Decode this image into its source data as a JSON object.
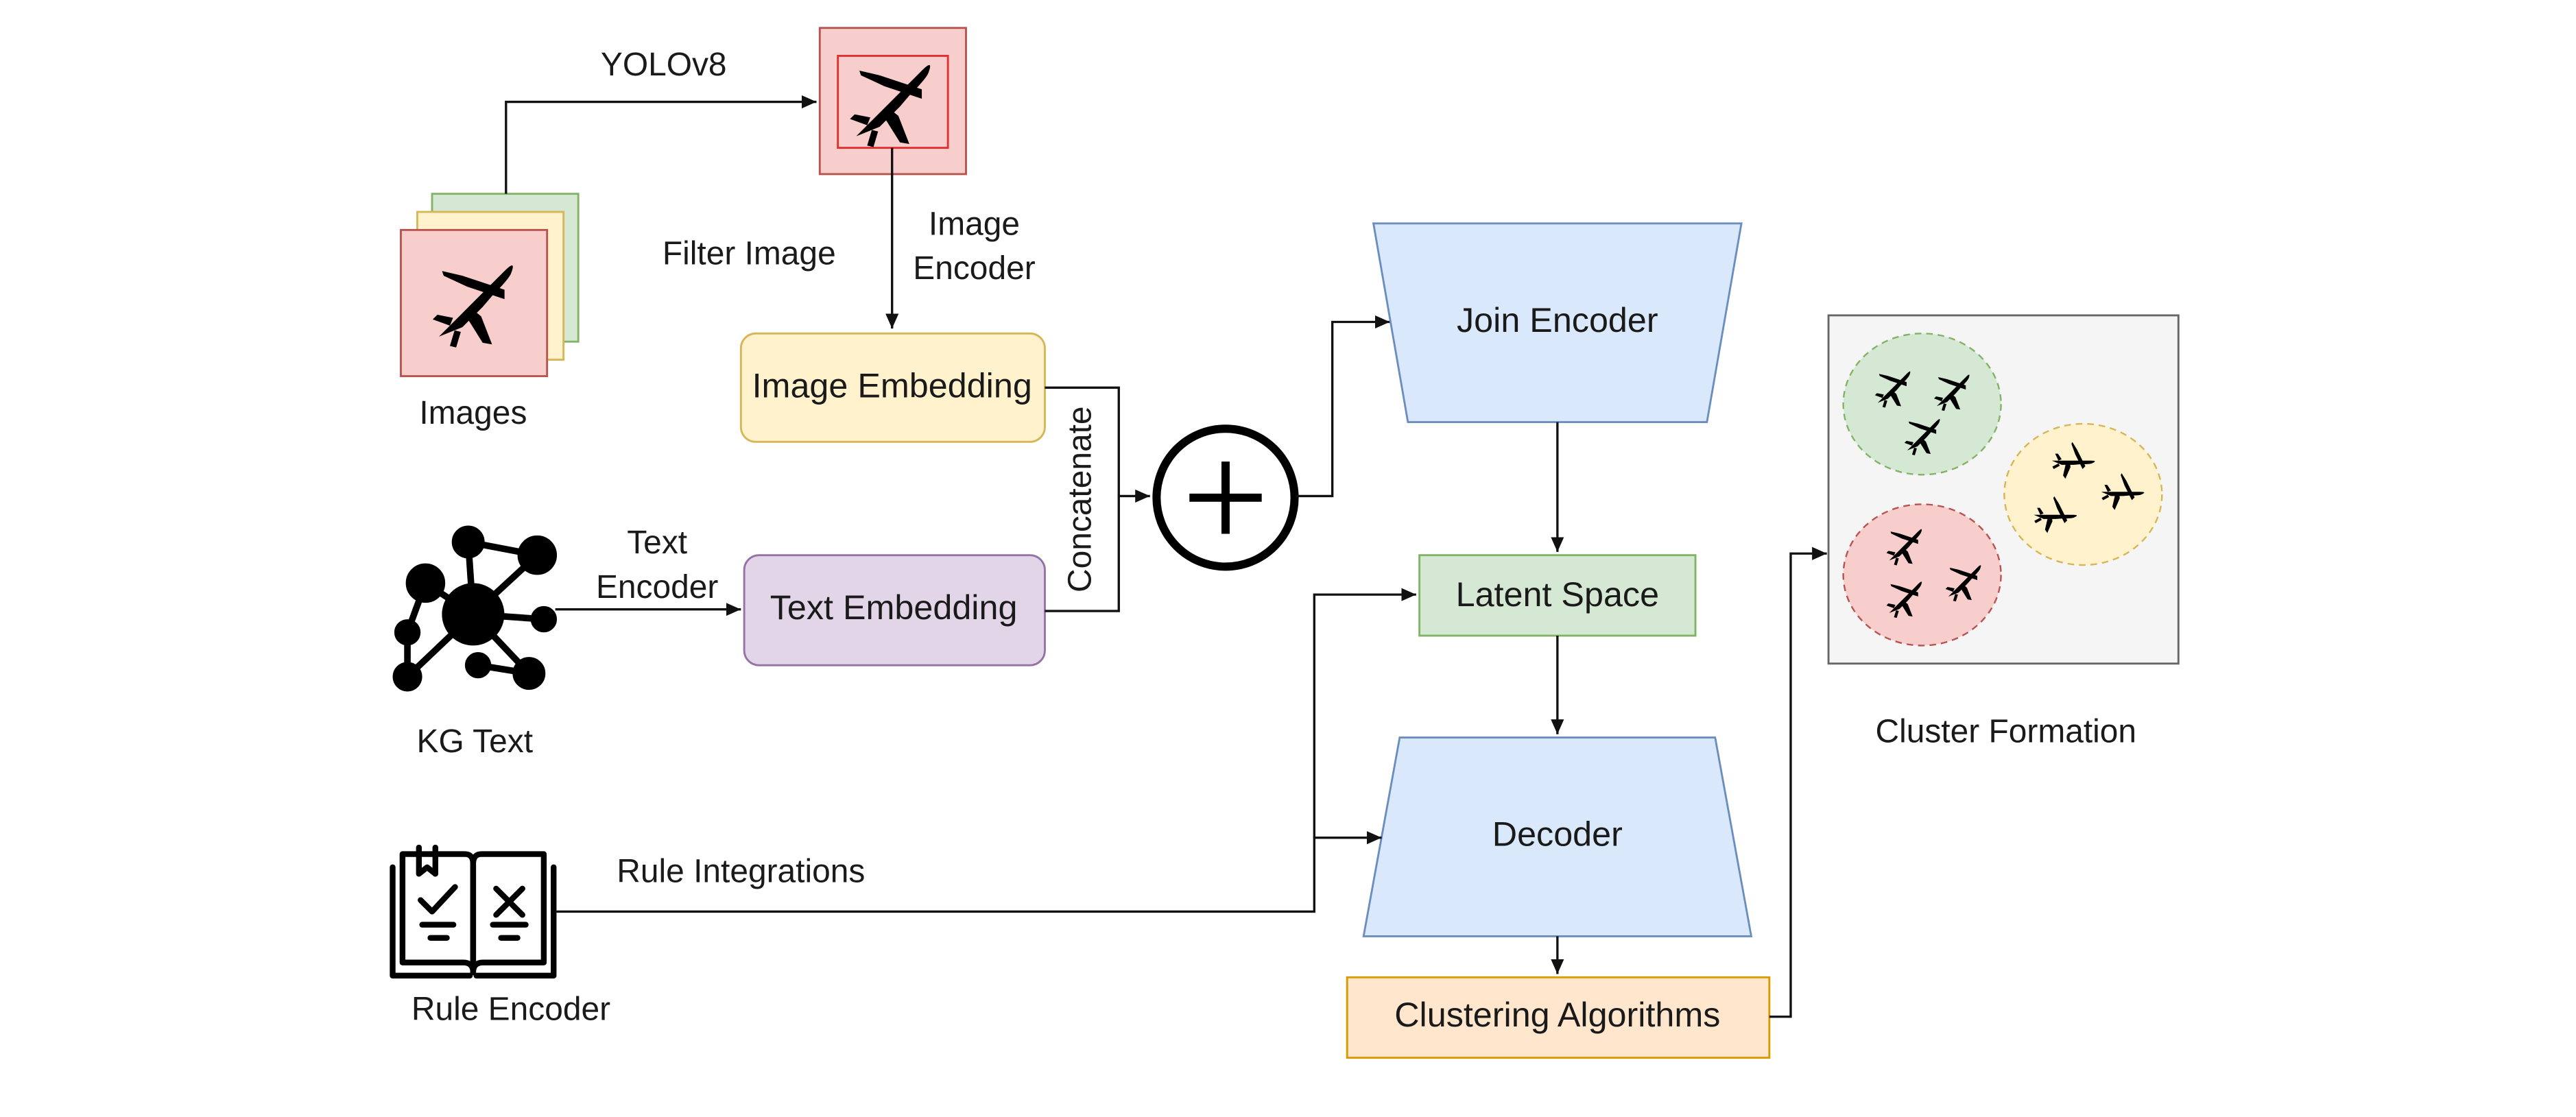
{
  "labels": {
    "yolo": "YOLOv8",
    "filter_image": "Filter Image",
    "image_encoder_line1": "Image",
    "image_encoder_line2": "Encoder",
    "images": "Images",
    "text_encoder_line1": "Text",
    "text_encoder_line2": "Encoder",
    "kg_text": "KG Text",
    "concatenate": "Concatenate",
    "rule_integrations": "Rule Integrations",
    "rule_encoder": "Rule Encoder",
    "cluster_formation": "Cluster Formation"
  },
  "nodes": {
    "image_embedding": "Image Embedding",
    "text_embedding": "Text Embedding",
    "join_encoder": "Join Encoder",
    "latent_space": "Latent Space",
    "decoder": "Decoder",
    "clustering_algorithms": "Clustering Algorithms"
  },
  "colors": {
    "red_fill": "#f8cecc",
    "red_stroke": "#b85450",
    "yellow_fill": "#fff2cc",
    "yellow_stroke": "#d6b656",
    "green_fill": "#d5e8d4",
    "green_stroke": "#82b366",
    "purple_fill": "#e1d5e7",
    "purple_stroke": "#9673a6",
    "blue_fill": "#dae8fc",
    "blue_stroke": "#6c8ebf",
    "orange_fill": "#ffe6cc",
    "orange_stroke": "#d79b00",
    "grey_fill": "#f5f5f5",
    "grey_stroke": "#666666"
  },
  "icons": [
    "airplane-icon",
    "knowledge-graph-icon",
    "rule-book-icon",
    "plus-circle-icon"
  ]
}
